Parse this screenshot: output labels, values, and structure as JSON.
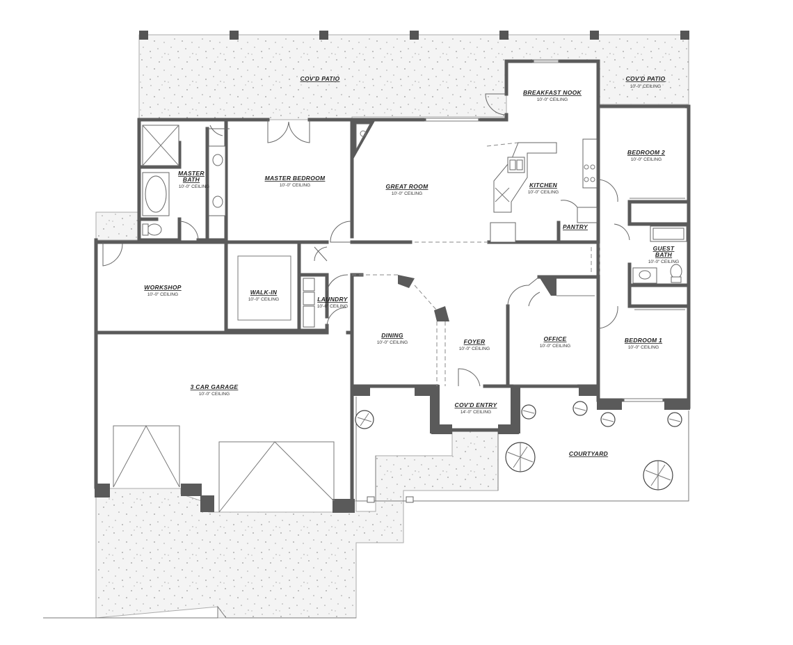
{
  "rooms": [
    {
      "id": "patio-top",
      "name": "COV'D PATIO",
      "ceiling": ""
    },
    {
      "id": "patio-right",
      "name": "COV'D PATIO",
      "ceiling": "10'-0\" CEILING"
    },
    {
      "id": "breakfast-nook",
      "name": "BREAKFAST NOOK",
      "ceiling": "10'-0\" CEILING"
    },
    {
      "id": "master-bath",
      "name": "MASTER BATH",
      "ceiling": "10'-0\" CEILING"
    },
    {
      "id": "master-bedroom",
      "name": "MASTER BEDROOM",
      "ceiling": "10'-0\" CEILING"
    },
    {
      "id": "great-room",
      "name": "GREAT ROOM",
      "ceiling": "10'-0\" CEILING"
    },
    {
      "id": "kitchen",
      "name": "KITCHEN",
      "ceiling": "10'-0\" CEILING"
    },
    {
      "id": "pantry",
      "name": "PANTRY",
      "ceiling": ""
    },
    {
      "id": "bedroom-2",
      "name": "BEDROOM 2",
      "ceiling": "10'-0\" CEILING"
    },
    {
      "id": "guest-bath",
      "name": "GUEST BATH",
      "ceiling": "10'-0\" CEILING"
    },
    {
      "id": "workshop",
      "name": "WORKSHOP",
      "ceiling": "10'-0\" CEILING"
    },
    {
      "id": "walk-in",
      "name": "WALK-IN",
      "ceiling": "10'-0\" CEILING"
    },
    {
      "id": "laundry",
      "name": "LAUNDRY",
      "ceiling": "10'-0\" CEILING"
    },
    {
      "id": "dining",
      "name": "DINING",
      "ceiling": "10'-0\" CEILING"
    },
    {
      "id": "foyer",
      "name": "FOYER",
      "ceiling": "10'-0\" CEILING"
    },
    {
      "id": "office",
      "name": "OFFICE",
      "ceiling": "10'-0\" CEILING"
    },
    {
      "id": "bedroom-1",
      "name": "BEDROOM 1",
      "ceiling": "10'-0\" CEILING"
    },
    {
      "id": "garage",
      "name": "3 CAR GARAGE",
      "ceiling": "10'-0\" CEILING"
    },
    {
      "id": "entry",
      "name": "COV'D ENTRY",
      "ceiling": "14'-0\" CEILING"
    },
    {
      "id": "courtyard",
      "name": "COURTYARD",
      "ceiling": ""
    }
  ],
  "colors": {
    "wall": "#5a5a5a",
    "paving": "#f3f3f3",
    "gravel_dot": "#999999",
    "line": "#777777"
  }
}
